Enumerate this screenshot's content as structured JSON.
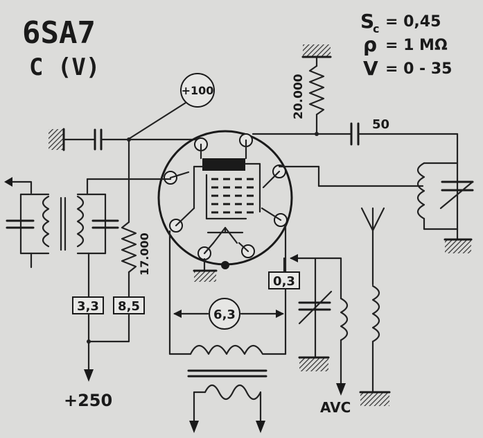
{
  "tube": {
    "type": "6SA7",
    "class": "C (V)"
  },
  "params": {
    "sc": {
      "symbol": "S",
      "sub": "c",
      "value": "= 0,45"
    },
    "rho": {
      "symbol": "ρ",
      "value": "= 1 MΩ"
    },
    "v": {
      "symbol": "V",
      "value": "= 0 - 35"
    }
  },
  "labels": {
    "supply_circle": "+100",
    "resistor_top": "20.000",
    "cap_top": "50",
    "resistor_mid": "17.000",
    "box_left1": "3,3",
    "box_left2": "8,5",
    "box_right": "0,3",
    "heater_circle": "6,3",
    "supply_bottom": "+250",
    "avc": "AVC"
  }
}
